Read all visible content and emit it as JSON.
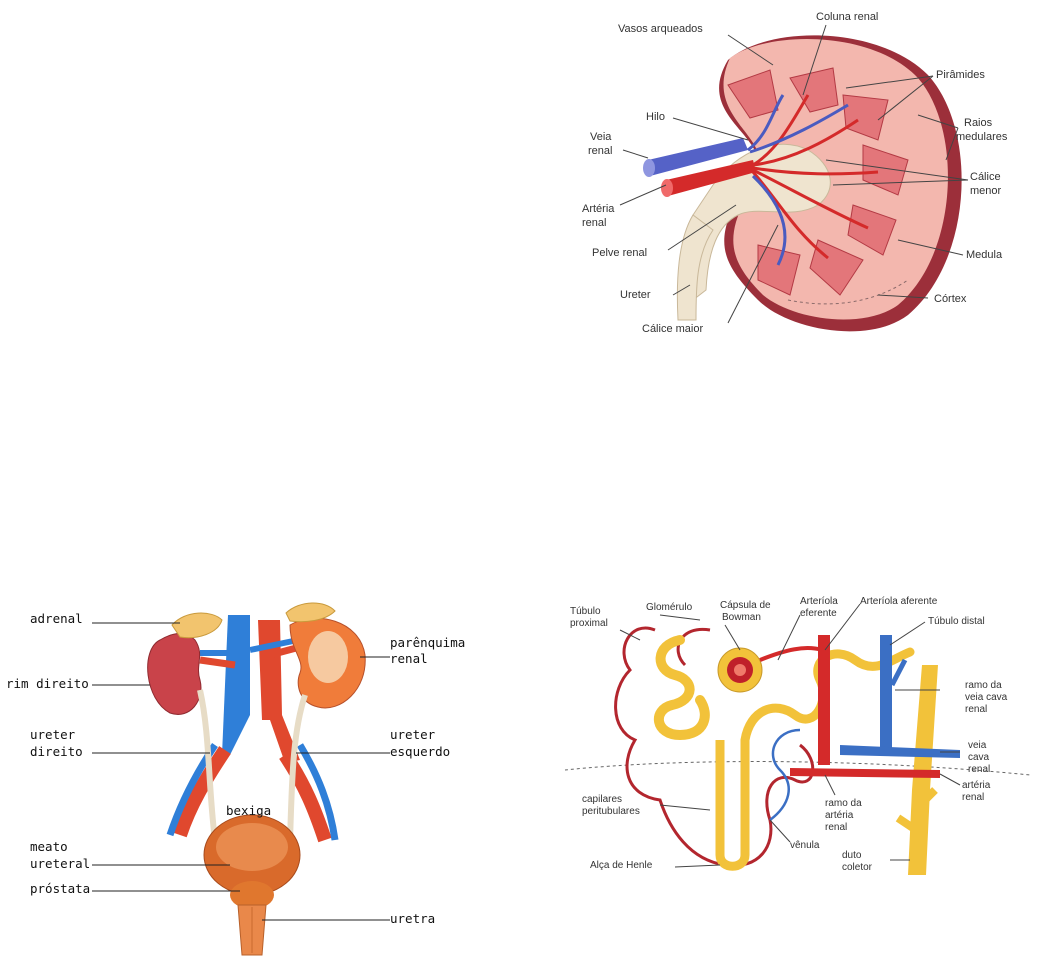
{
  "kidney_section": {
    "labels": {
      "vasos_arqueados": "Vasos arqueados",
      "coluna_renal": "Coluna renal",
      "piramides": "Pirâmides",
      "hilo": "Hilo",
      "raios_l1": "Raios",
      "raios_l2": "medulares",
      "veia_l1": "Veia",
      "veia_l2": "renal",
      "calice_menor_l1": "Cálice",
      "calice_menor_l2": "menor",
      "arteria_l1": "Artéria",
      "arteria_l2": "renal",
      "pelve_renal": "Pelve renal",
      "medula": "Medula",
      "ureter": "Ureter",
      "cortex": "Córtex",
      "calice_maior": "Cálice maior"
    }
  },
  "urinary_system": {
    "labels": {
      "adrenal": "adrenal",
      "parenquima_l1": "parênquima",
      "parenquima_l2": "renal",
      "rim_direito": "rim direito",
      "ureter_direito_l1": "ureter",
      "ureter_direito_l2": "direito",
      "ureter_esquerdo_l1": "ureter",
      "ureter_esquerdo_l2": "esquerdo",
      "bexiga": "bexiga",
      "meato_l1": "meato",
      "meato_l2": "ureteral",
      "prostata": "próstata",
      "uretra": "uretra"
    }
  },
  "nephron": {
    "labels": {
      "tubulo_proximal_l1": "Túbulo",
      "tubulo_proximal_l2": "proximal",
      "glomerulo": "Glomérulo",
      "capsula_l1": "Cápsula de",
      "capsula_l2": "Bowman",
      "arteriola_eferente_l1": "Arteríola",
      "arteriola_eferente_l2": "eferente",
      "arteriola_aferente": "Arteríola aferente",
      "tubulo_distal": "Túbulo distal",
      "ramo_veia_l1": "ramo da",
      "ramo_veia_l2": "veia cava",
      "ramo_veia_l3": "renal",
      "veia_cava_l1": "veia",
      "veia_cava_l2": "cava",
      "veia_cava_l3": "renal",
      "arteria_renal_l1": "artéria",
      "arteria_renal_l2": "renal",
      "capilares_l1": "capilares",
      "capilares_l2": "peritubulares",
      "ramo_arteria_l1": "ramo da",
      "ramo_arteria_l2": "artéria",
      "ramo_arteria_l3": "renal",
      "venula": "vênula",
      "alca_henle": "Alça de Henle",
      "duto_l1": "duto",
      "duto_l2": "coletor"
    }
  },
  "colors": {
    "artery_red": "#d42a2a",
    "vein_blue": "#3b6fc4",
    "tubule_yellow": "#f2c23a",
    "kidney_pink": "#f2b0a8",
    "cortex_dark": "#a3303b",
    "organ_orange": "#e0622e"
  }
}
